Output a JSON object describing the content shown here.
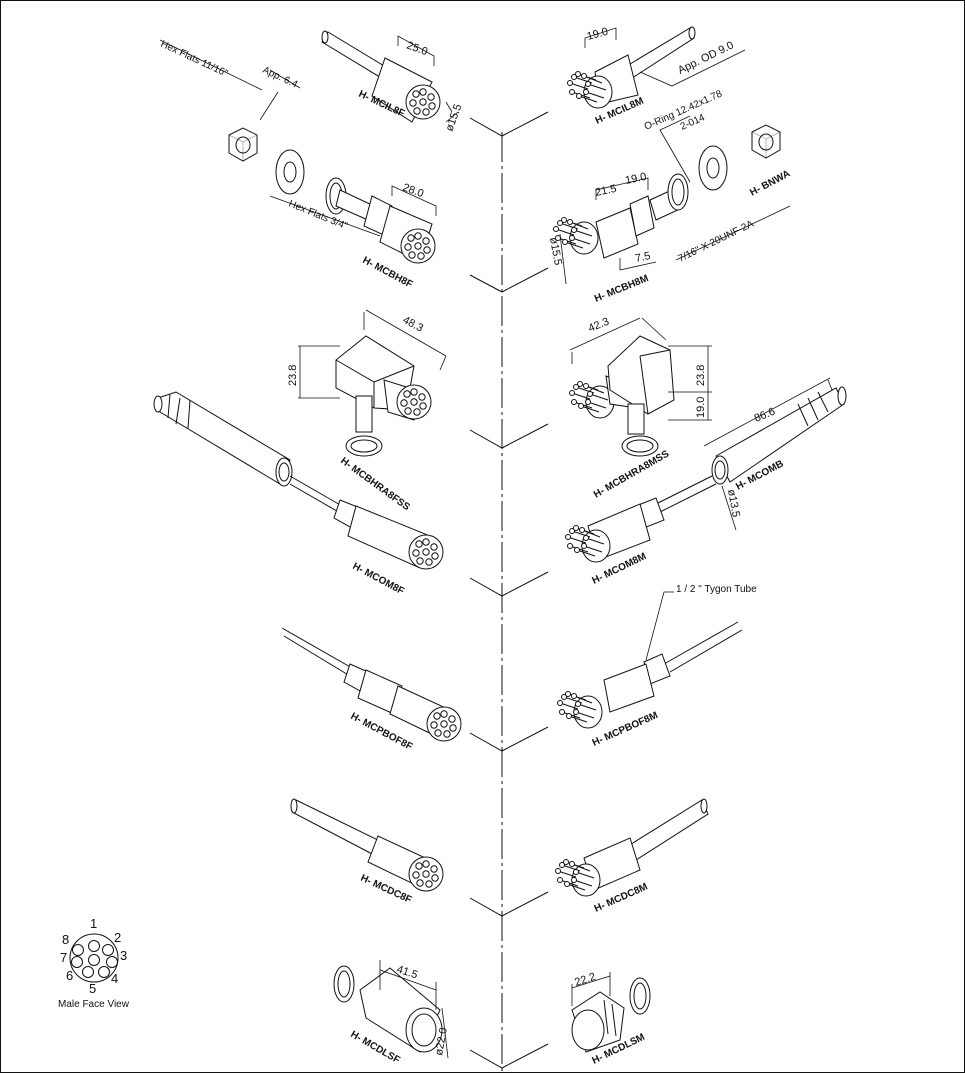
{
  "parts": {
    "mcil8f": "H- MCIL8F",
    "mcil8m": "H- MCIL8M",
    "mcbh8f": "H- MCBH8F",
    "mcbh8m": "H- MCBH8M",
    "bnwa": "H- BNWA",
    "mcbhra8fss": "H- MCBHRA8FSS",
    "mcbhra8mss": "H- MCBHRA8MSS",
    "mcom8f": "H- MCOM8F",
    "mcom8m": "H- MCOM8M",
    "mcomb": "H- MCOMB",
    "mcpbof8f": "H- MCPBOF8F",
    "mcpbof8m": "H- MCPBOF8M",
    "mcdc8f": "H- MCDC8F",
    "mcdc8m": "H- MCDC8M",
    "mcdlsf": "H- MCDLSF",
    "mcdlsm": "H- MCDLSM"
  },
  "dimensions": {
    "mcil8f_len": "25.0",
    "mcil8f_dia": "ø15.5",
    "mcil8m_len": "19.0",
    "cable_od": "App. OD 9.0",
    "hex_nut": "Hex Flats 11/16\"",
    "hex_app": "App. 6.4",
    "hex_body": "Hex Flats 3/4\"",
    "mcbh8f_len": "28.0",
    "oring_1": "O-Ring 12.42x1.78",
    "oring_2": "2-014",
    "mcbh8m_a": "21.5",
    "mcbh8m_b": "19.0",
    "mcbh8m_c": "7.5",
    "mcbh8m_dia": "ø15.5",
    "thread": "7/16\" X 20UNF-2A",
    "ra_f_len": "48.3",
    "ra_f_h": "23.8",
    "ra_m_len": "42.3",
    "ra_m_h": "23.8",
    "ra_m_stem": "19.0",
    "mcomb_len": "86.6",
    "mcomb_dia": "ø13.5",
    "tygon": "1 / 2 \" Tygon Tube",
    "mcdlsf_len": "41.5",
    "mcdlsf_dia": "ø22.0",
    "mcdlsm_len": "22.2"
  },
  "face_view": {
    "caption": "Male Face View",
    "pins": [
      "1",
      "2",
      "3",
      "4",
      "5",
      "6",
      "7",
      "8"
    ]
  }
}
